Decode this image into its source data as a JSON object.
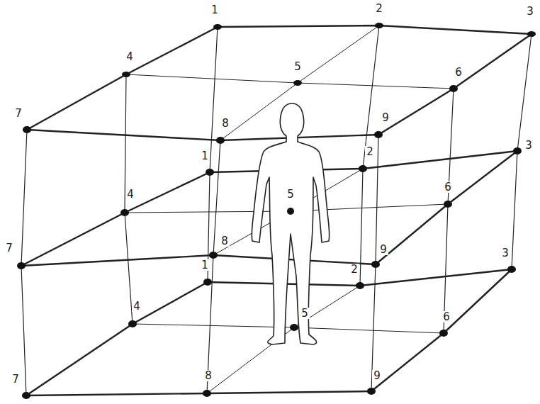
{
  "diagram": {
    "labels": [
      "1",
      "2",
      "3",
      "4",
      "5",
      "6",
      "7",
      "8",
      "9",
      "1",
      "2",
      "3",
      "4",
      "5",
      "6",
      "7",
      "8",
      "9",
      "1",
      "2",
      "3",
      "4",
      "5",
      "6",
      "7",
      "8",
      "9"
    ]
  }
}
